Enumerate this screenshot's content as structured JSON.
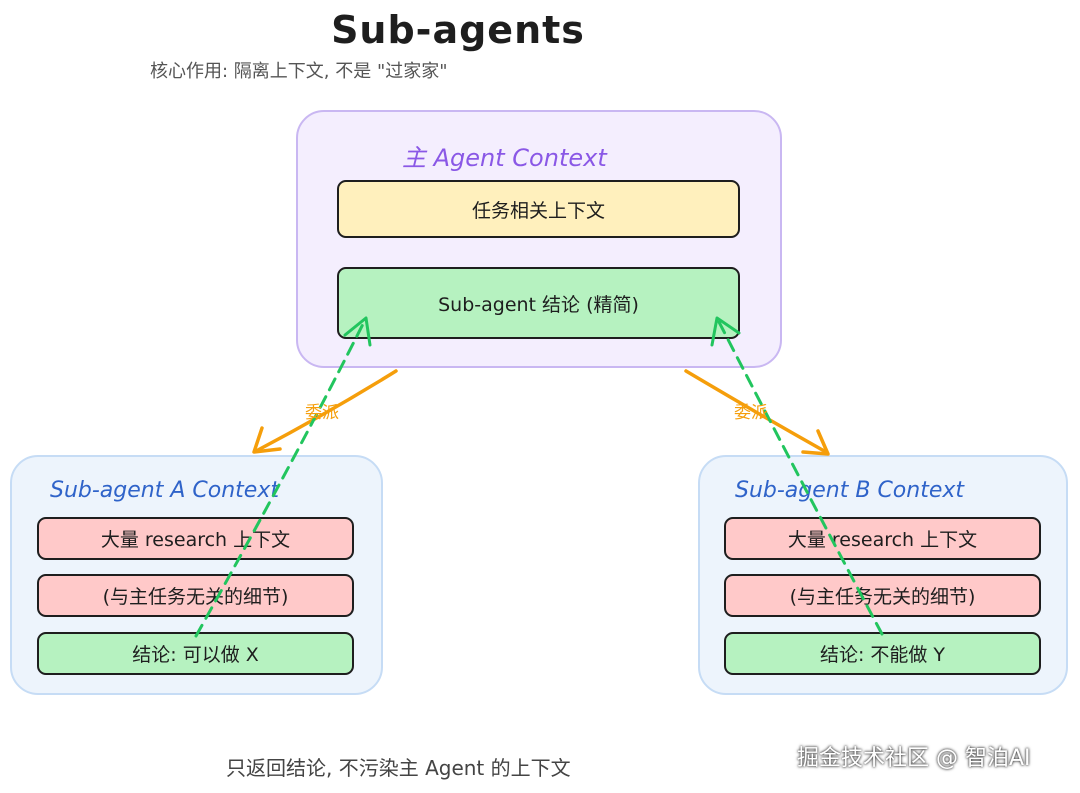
{
  "title": "Sub-agents",
  "subtitle": "核心作用: 隔离上下文, 不是 \"过家家\"",
  "main_context": {
    "title": "主 Agent Context",
    "boxes": [
      "任务相关上下文",
      "Sub-agent 结论 (精简)"
    ]
  },
  "sub_agent_a": {
    "title": "Sub-agent A Context",
    "boxes": [
      "大量 research 上下文",
      "(与主任务无关的细节)",
      "结论: 可以做 X"
    ]
  },
  "sub_agent_b": {
    "title": "Sub-agent B Context",
    "boxes": [
      "大量 research 上下文",
      "(与主任务无关的细节)",
      "结论: 不能做 Y"
    ]
  },
  "arrows": {
    "delegate_left": "委派",
    "delegate_right": "委派"
  },
  "footer": "只返回结论, 不污染主 Agent 的上下文",
  "watermark": "掘金技术社区 @ 智泊AI",
  "colors": {
    "delegate_arrow": "#f59e0b",
    "return_arrow": "#22c55e",
    "main_title": "#8a58e6",
    "sub_title": "#2f63c9"
  }
}
